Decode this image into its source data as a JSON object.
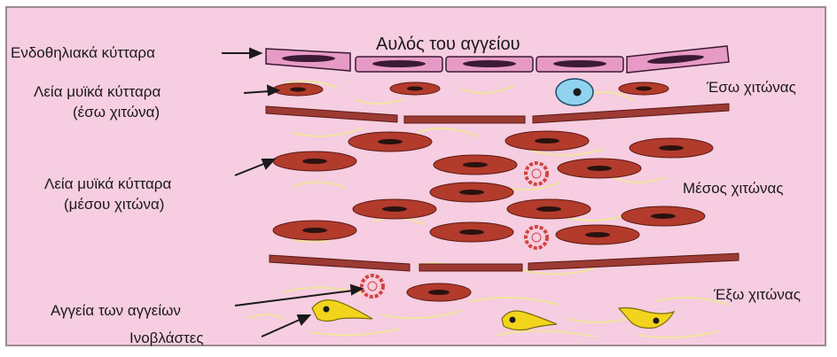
{
  "labels": {
    "lumen": "Αυλός του αγγείου",
    "endothelial": "Ενδοθηλιακά κύτταρα",
    "smooth_inner_1": "Λεία μυϊκά κύτταρα",
    "smooth_inner_2": "(έσω χιτώνα)",
    "smooth_middle_1": "Λεία μυϊκά κύτταρα",
    "smooth_middle_2": "(μέσου χιτώνα)",
    "vasa_vasorum": "Αγγεία των αγγείων",
    "fibroblasts": "Ινοβλάστες",
    "tunica_intima": "Έσω χιτώνας",
    "tunica_media": "Μέσος χιτώνας",
    "tunica_externa": "Έξω χιτώνας"
  },
  "colors": {
    "background": "#f6cde1",
    "frame": "#9a8a92",
    "endothelial_fill": "#e79ac6",
    "endothelial_nucleus": "#3b1a33",
    "muscle_fill": "#b23b2c",
    "muscle_nucleus": "#2a120f",
    "elastic_lamina": "#9c3a33",
    "vessel_ring": "#d2453e",
    "fibroblast_fill": "#f2d41d",
    "leukocyte_fill": "#8fd3ee",
    "fiber": "#f1e79a",
    "arrow": "#1a1a1a"
  }
}
